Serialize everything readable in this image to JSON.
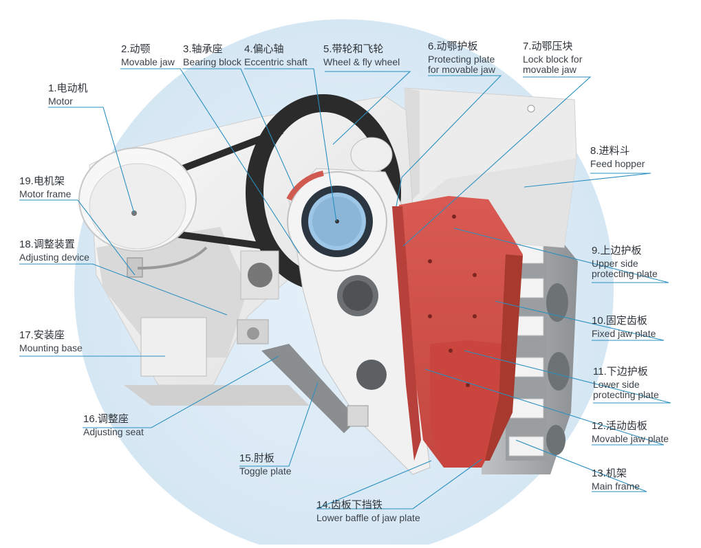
{
  "parts": [
    {
      "cn": "1.电动机",
      "en": "Motor"
    },
    {
      "cn": "2.动颚",
      "en": "Movable jaw"
    },
    {
      "cn": "3.轴承座",
      "en": "Bearing block"
    },
    {
      "cn": "4.偏心轴",
      "en": "Eccentric shaft"
    },
    {
      "cn": "5.带轮和飞轮",
      "en": "Wheel & fly wheel"
    },
    {
      "cn": "6.动鄂护板",
      "en": "Protecting plate",
      "en2": "for movable jaw"
    },
    {
      "cn": "7.动鄂压块",
      "en": "Lock block for",
      "en2": "movable jaw"
    },
    {
      "cn": "8.进料斗",
      "en": "Feed hopper"
    },
    {
      "cn": "9.上边护板",
      "en": "Upper side",
      "en2": "protecting plate"
    },
    {
      "cn": "10.固定齿板",
      "en": "Fixed jaw plate"
    },
    {
      "cn": "11.下边护板",
      "en": "Lower side",
      "en2": "protecting plate"
    },
    {
      "cn": "12.活动齿板",
      "en": "Movable jaw plate"
    },
    {
      "cn": "13.机架",
      "en": "Main frame"
    },
    {
      "cn": "14.齿板下挡铁",
      "en": "Lower baffle of jaw plate"
    },
    {
      "cn": "15.肘板",
      "en": "Toggle plate"
    },
    {
      "cn": "16.调整座",
      "en": "Adjusting seat"
    },
    {
      "cn": "17.安装座",
      "en": "Mounting base"
    },
    {
      "cn": "18.调整装置",
      "en": "Adjusting device"
    },
    {
      "cn": "19.电机架",
      "en": "Motor frame"
    }
  ],
  "colors": {
    "background_circle": "#dcebf6",
    "frame_white": "#f2f2f2",
    "frame_shadow": "#c9c9c9",
    "jaw_plate_red": "#cf4d48",
    "jaw_plate_dark": "#a8392f",
    "belt_dark": "#2a2a2a",
    "leader_line": "#2a8fc0",
    "label_text": "#333a40"
  }
}
